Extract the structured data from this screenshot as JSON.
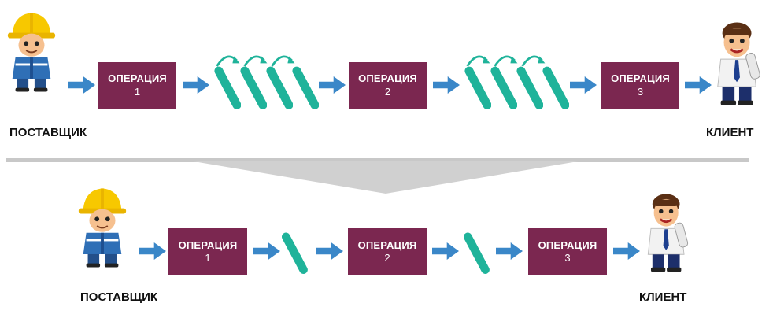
{
  "top_row": {
    "supplier_label": "ПОСТАВЩИК",
    "client_label": "КЛИЕНТ",
    "operations": [
      {
        "title": "ОПЕРАЦИЯ",
        "number": "1"
      },
      {
        "title": "ОПЕРАЦИЯ",
        "number": "2"
      },
      {
        "title": "ОПЕРАЦИЯ",
        "number": "3"
      }
    ]
  },
  "bottom_row": {
    "supplier_label": "ПОСТАВЩИК",
    "client_label": "КЛИЕНТ",
    "operations": [
      {
        "title": "ОПЕРАЦИЯ",
        "number": "1"
      },
      {
        "title": "ОПЕРАЦИЯ",
        "number": "2"
      },
      {
        "title": "ОПЕРАЦИЯ",
        "number": "3"
      }
    ]
  },
  "colors": {
    "operation_box": "#7b2750",
    "arrow": "#3a87c8",
    "inventory": "#1fb39a",
    "divider": "#c8c8c8"
  },
  "icons": {
    "supplier": "worker-hardhat-icon",
    "client": "businessman-icon",
    "flow_arrow": "arrow-right-icon",
    "inventory": "inventory-bar-icon",
    "cycle": "curved-arrow-icon"
  }
}
